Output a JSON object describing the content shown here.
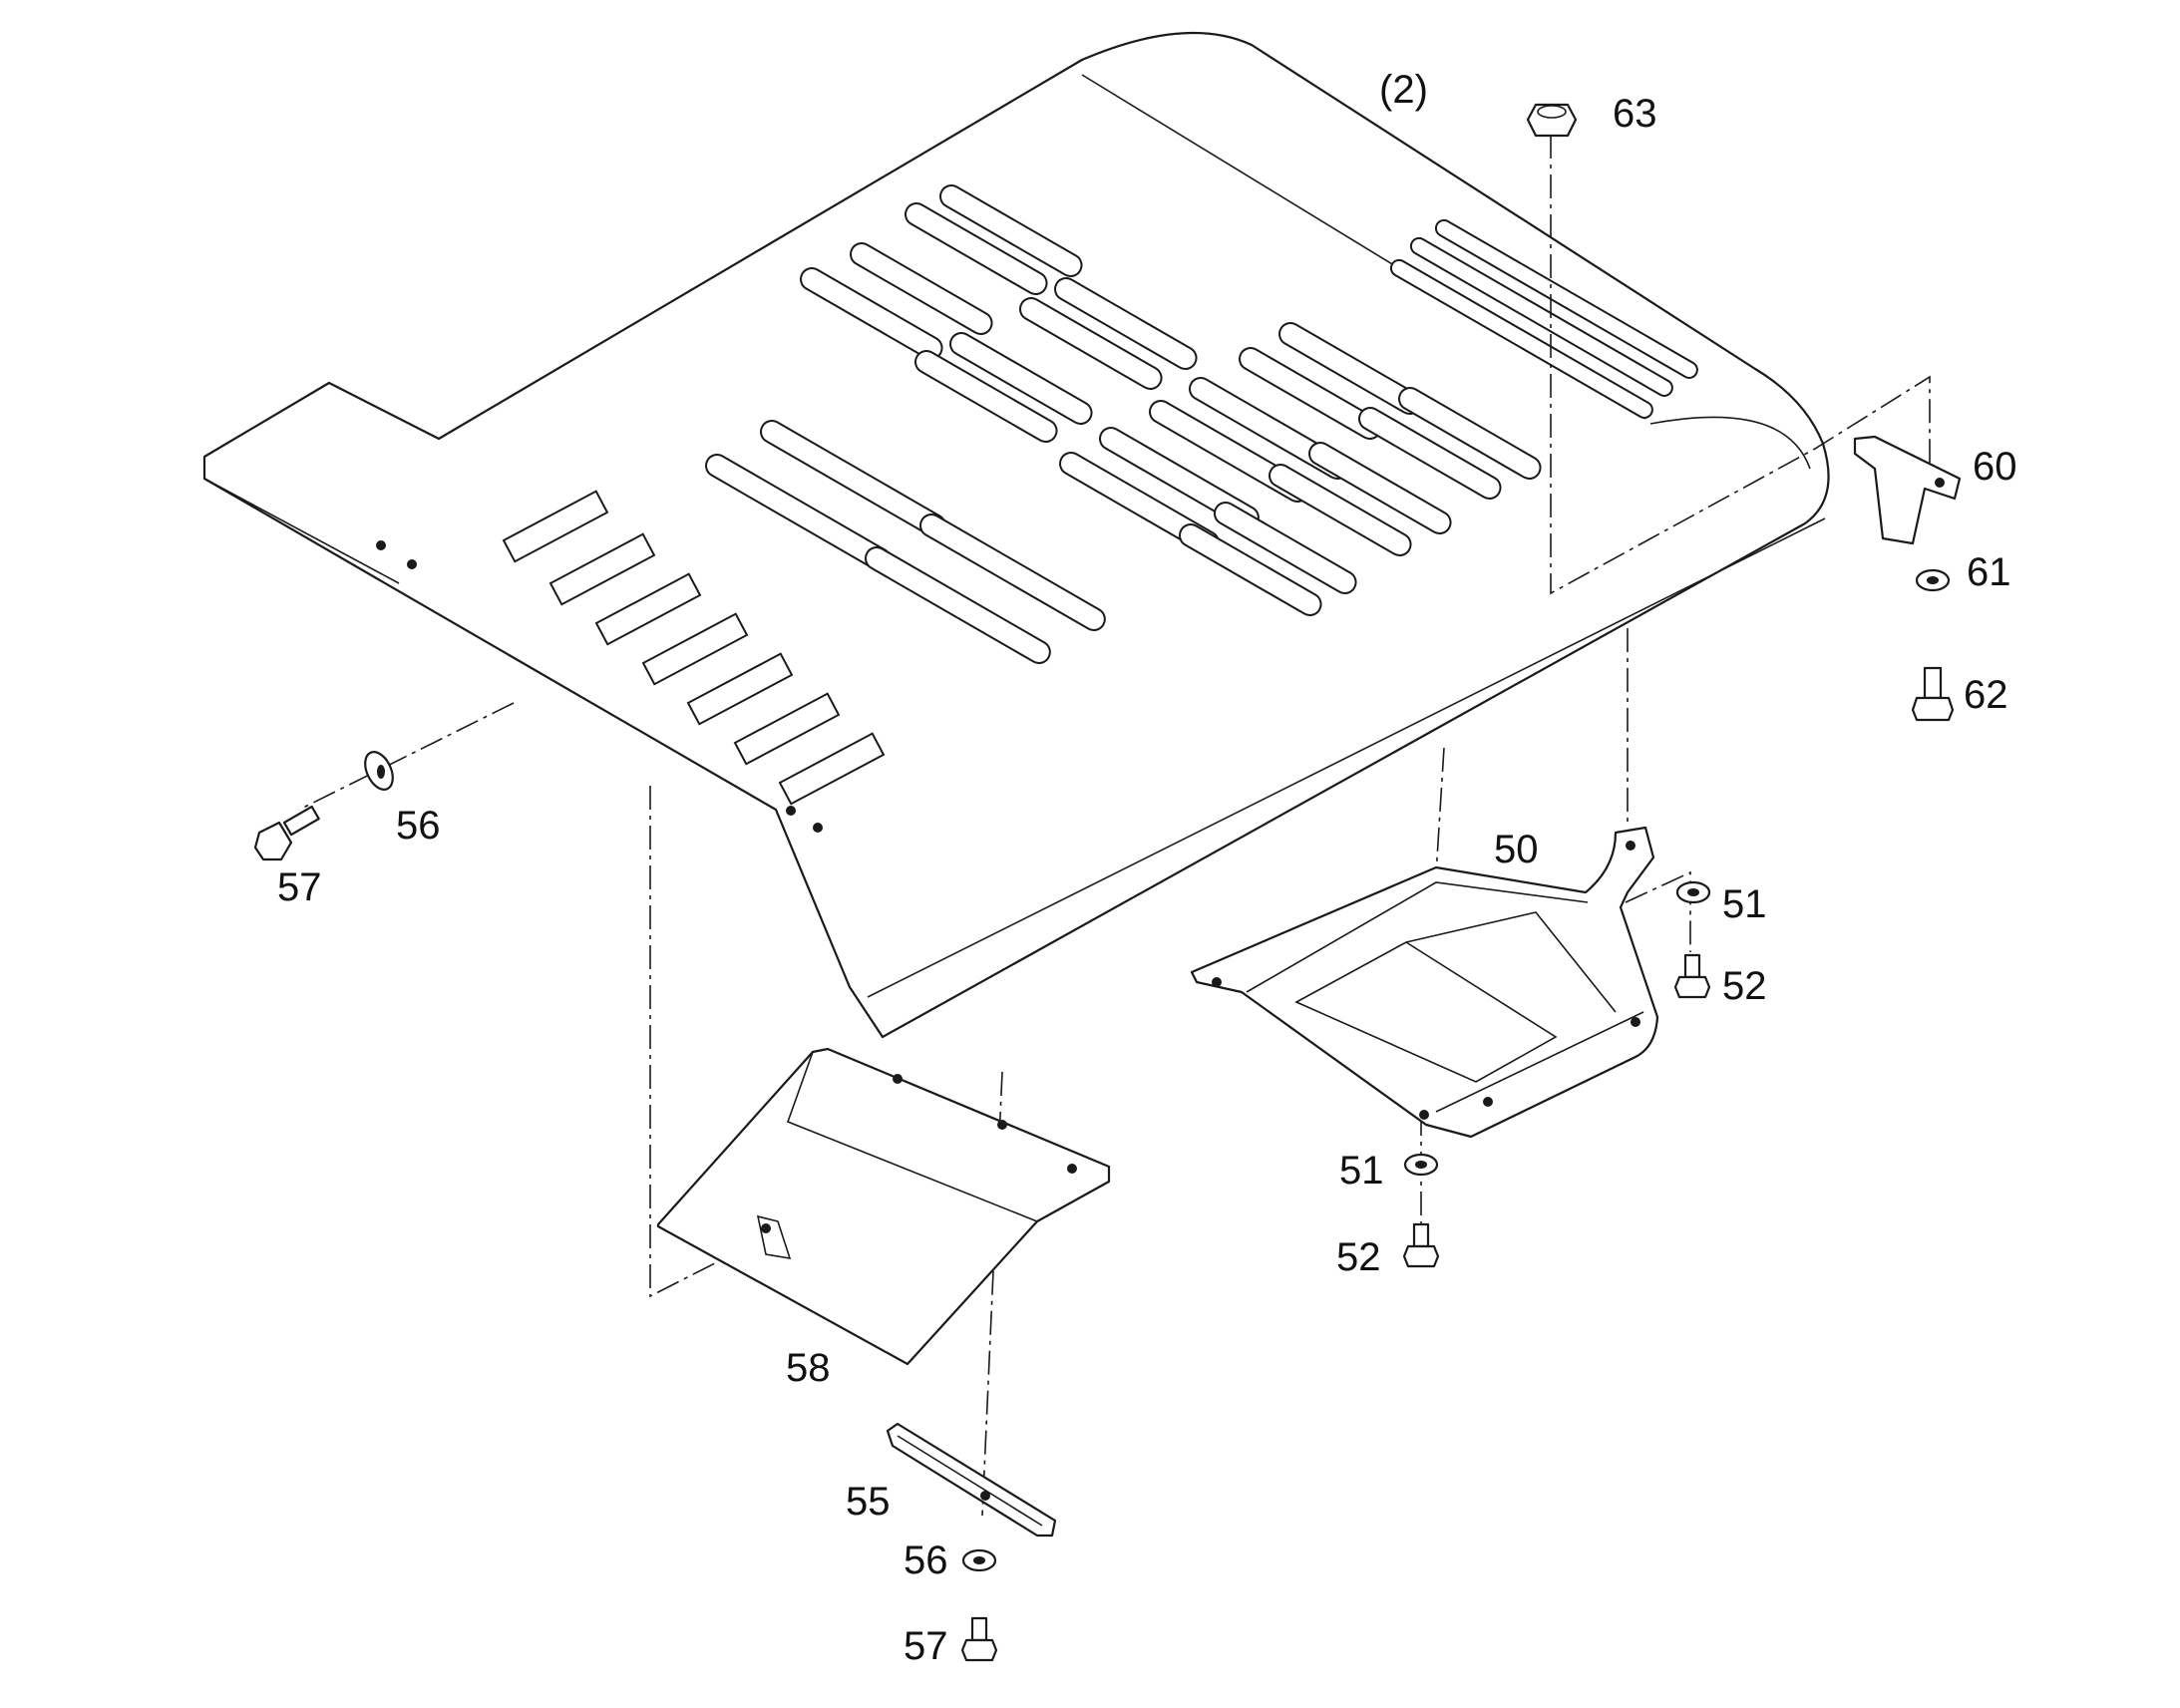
{
  "callouts": {
    "assembly_ref": "(2)",
    "p63": "63",
    "p60": "60",
    "p61": "61",
    "p62": "62",
    "p56_left": "56",
    "p57_left": "57",
    "p50": "50",
    "p51_upper": "51",
    "p52_upper": "52",
    "p51_lower": "51",
    "p52_lower": "52",
    "p58": "58",
    "p55": "55",
    "p56_bottom": "56",
    "p57_bottom": "57"
  }
}
